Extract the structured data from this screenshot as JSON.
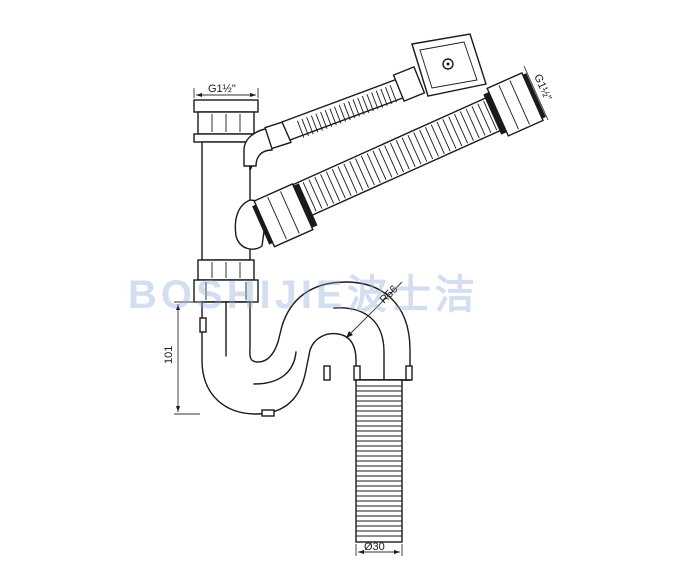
{
  "labels": {
    "top_thread": "G1½\"",
    "side_thread": "G1½\"",
    "height": "101",
    "radius": "R56",
    "diameter": "Ø30"
  },
  "watermark": {
    "text": "BOSHIJIE波士洁",
    "color": "#8caad7"
  },
  "colors": {
    "line": "#1a1a1a",
    "background": "#ffffff"
  }
}
